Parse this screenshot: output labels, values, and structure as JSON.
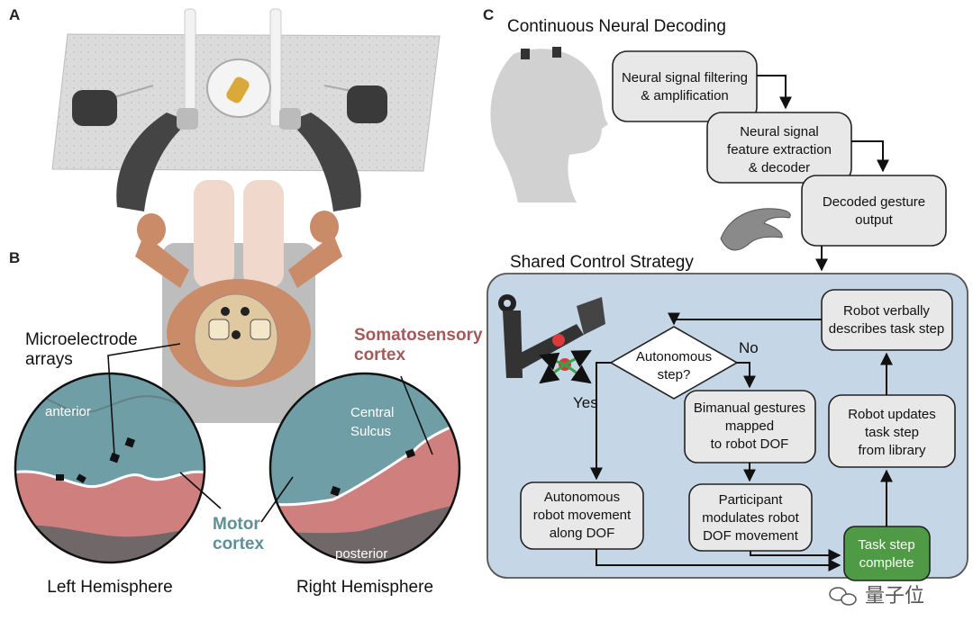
{
  "panels": {
    "a": "A",
    "b": "B",
    "c": "C"
  },
  "panel_b": {
    "microelectrode": [
      "Microelectrode",
      "arrays"
    ],
    "somatosensory": [
      "Somatosensory",
      "cortex"
    ],
    "anterior": "anterior",
    "central_sulcus": [
      "Central",
      "Sulcus"
    ],
    "motor_cortex": [
      "Motor",
      "cortex"
    ],
    "posterior": "posterior",
    "left_hemisphere": "Left Hemisphere",
    "right_hemisphere": "Right Hemisphere"
  },
  "panel_c": {
    "title_decoding": "Continuous Neural Decoding",
    "title_shared": "Shared Control Strategy",
    "box_filtering": [
      "Neural signal filtering",
      "& amplification"
    ],
    "box_feature": [
      "Neural signal",
      "feature extraction",
      "& decoder"
    ],
    "box_decoded": [
      "Decoded gesture",
      "output"
    ],
    "box_verbal": [
      "Robot verbally",
      "describes task step"
    ],
    "diamond": [
      "Autonomous",
      "step?"
    ],
    "no_label": "No",
    "yes_label": "Yes",
    "box_bimanual": [
      "Bimanual gestures",
      "mapped",
      "to robot DOF"
    ],
    "box_updates": [
      "Robot updates",
      "task step",
      "from library"
    ],
    "box_autonomous": [
      "Autonomous",
      "robot movement",
      "along DOF"
    ],
    "box_participant": [
      "Participant",
      "modulates robot",
      "DOF movement"
    ],
    "box_complete": [
      "Task step",
      "complete"
    ]
  },
  "watermark": "量子位",
  "colors": {
    "motor_blue": "#6f9ea6",
    "somato_red": "#cf7f7e",
    "control_bg": "#c5d6e6",
    "green_box": "#4f9a45",
    "table": "#d9d9d9"
  }
}
